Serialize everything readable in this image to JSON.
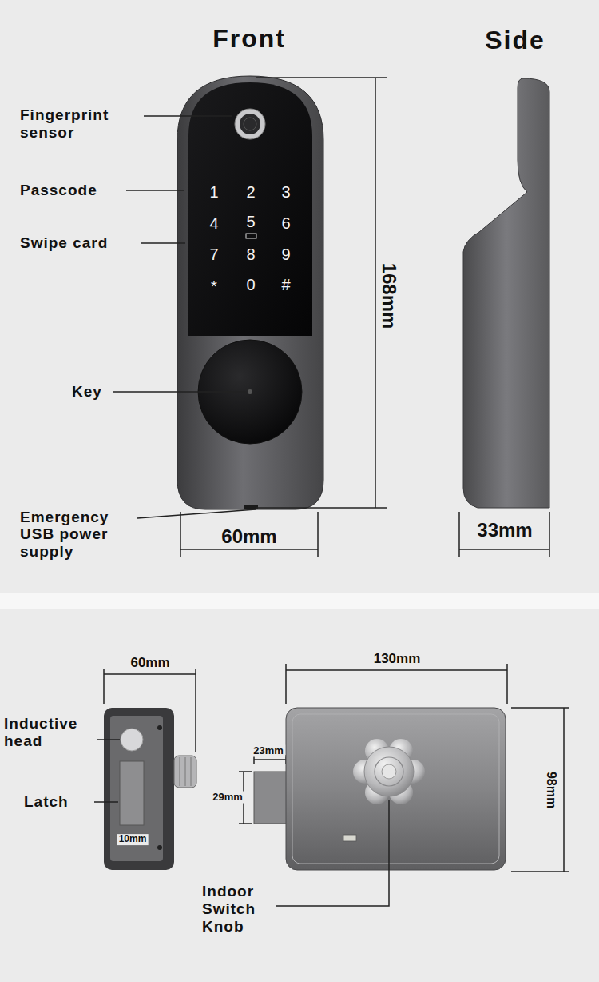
{
  "diagram": {
    "labels": [
      "Front",
      "Side",
      "Fingerprint sensor",
      "Passcode",
      "Swipe card",
      "1",
      "2",
      "3",
      "4",
      "5",
      "6",
      "7",
      "8",
      "9",
      "*",
      "0",
      "#",
      "Key",
      "Emergency USB power supply",
      "60mm",
      "168mm",
      "33mm",
      "60mm",
      "Inductive head",
      "Latch",
      "10mm",
      "130mm",
      "23mm",
      "29mm",
      "98mm",
      "Indoor Switch Knob"
    ]
  }
}
